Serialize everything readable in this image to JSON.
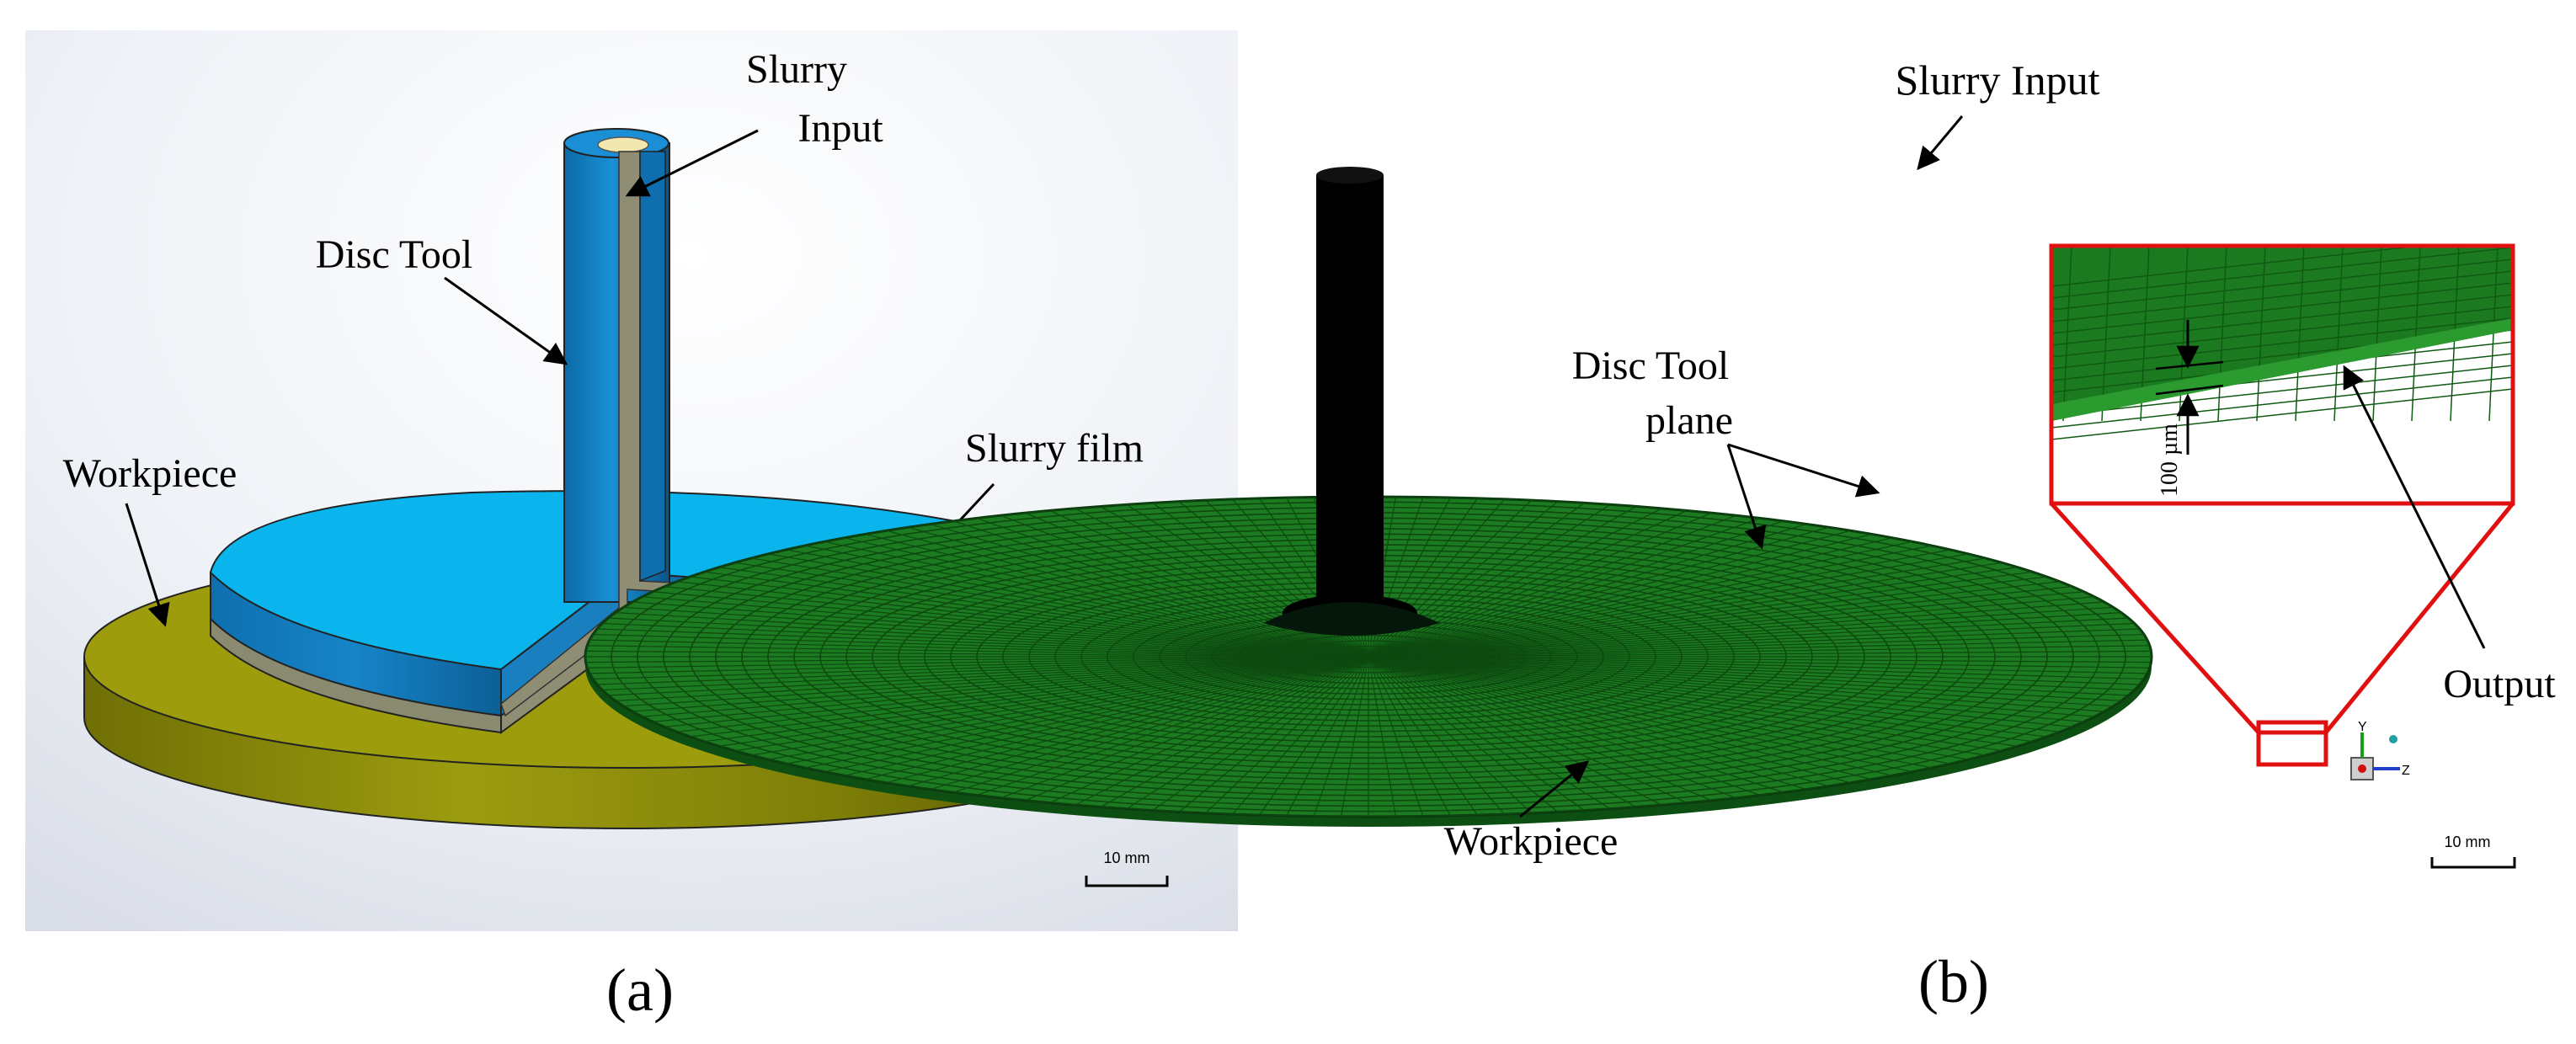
{
  "panel_a": {
    "caption": "(a)",
    "labels": {
      "slurry_input_line1": "Slurry",
      "slurry_input_line2": "Input",
      "disc_tool": "Disc Tool",
      "workpiece": "Workpiece",
      "slurry_film": "Slurry film"
    },
    "scale_bar": "10 mm"
  },
  "panel_b": {
    "caption": "(b)",
    "labels": {
      "slurry_input": "Slurry Input",
      "disc_tool_line1": "Disc Tool",
      "disc_tool_line2": "plane",
      "workpiece": "Workpiece",
      "output": "Output",
      "thickness": "100 µm"
    },
    "scale_bar": "10 mm",
    "axis_triad": {
      "y": "Y",
      "z": "Z"
    }
  },
  "colors": {
    "panel_a_bg": "#e9edf3",
    "workpiece": "#9a9a0a",
    "disc_top": "#0ab4ec",
    "disc_side": "#1277b8",
    "slurry_film": "#8f8e75",
    "mesh_green": "#1a7a1e",
    "zoom_frame": "#e01010",
    "shaft": "#000000"
  }
}
